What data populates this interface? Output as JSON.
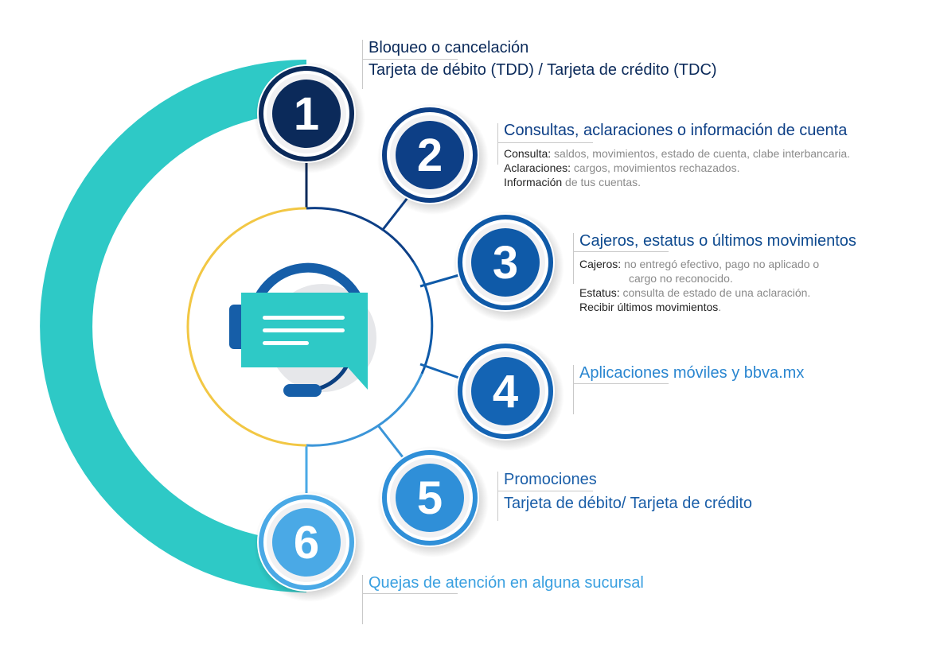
{
  "center_icon": "headset-chat-icon",
  "colors": {
    "teal": "#2ec9c6",
    "yellow": "#f2c744",
    "navy": "#0b2a5a",
    "blue": "#0f5aa8",
    "light_blue": "#4aa9e6"
  },
  "items": [
    {
      "number": "1",
      "title": "Bloqueo o cancelación",
      "subtitle": "Tarjeta de débito (TDD) / Tarjeta de crédito (TDC)"
    },
    {
      "number": "2",
      "title": "Consultas, aclaraciones o información de cuenta",
      "lines": [
        {
          "label": "Consulta:",
          "text": " saldos, movimientos, estado de cuenta, clabe interbancaria."
        },
        {
          "label": "Aclaraciones:",
          "text": " cargos, movimientos rechazados."
        },
        {
          "label": "Información",
          "text": " de tus cuentas."
        }
      ]
    },
    {
      "number": "3",
      "title": "Cajeros, estatus o últimos movimientos",
      "lines": [
        {
          "label": "Cajeros:",
          "text": " no entregó efectivo, pago no aplicado o"
        },
        {
          "label": "",
          "text": "cargo no reconocido."
        },
        {
          "label": "Estatus:",
          "text": " consulta de estado de una aclaración."
        },
        {
          "label": "Recibir últimos movimientos",
          "text": "."
        }
      ]
    },
    {
      "number": "4",
      "title": "Aplicaciones móviles y bbva.mx"
    },
    {
      "number": "5",
      "title": "Promociones",
      "subtitle": "Tarjeta de débito/ Tarjeta de crédito"
    },
    {
      "number": "6",
      "title": "Quejas de atención en alguna sucursal"
    }
  ]
}
